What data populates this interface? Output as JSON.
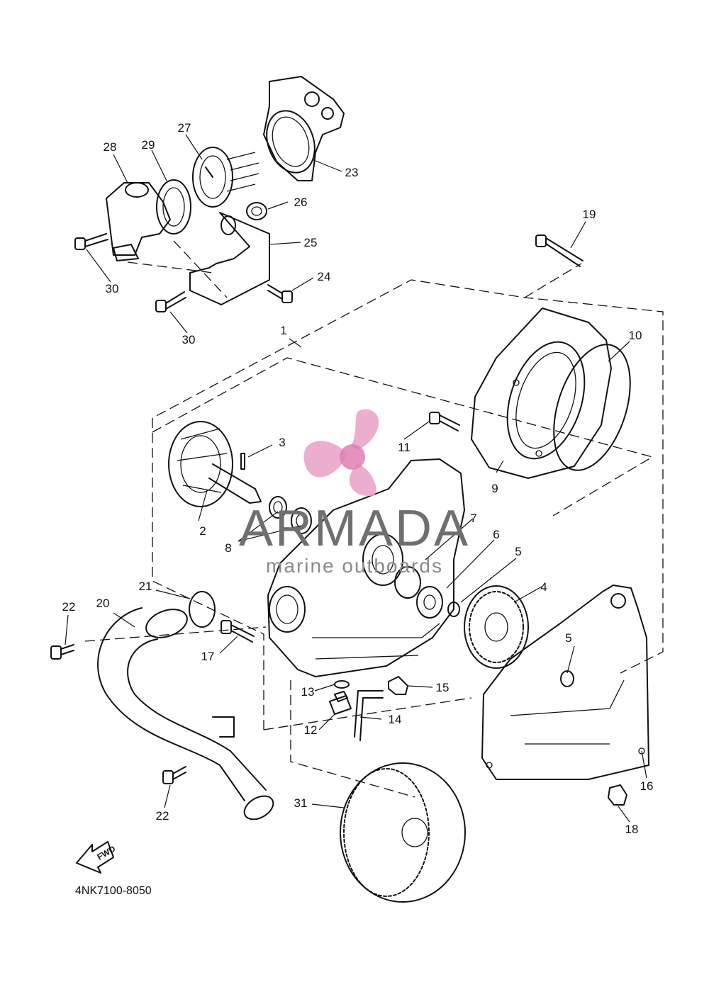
{
  "diagram_code": "4NK7100-8050",
  "fwd_label": "FWD",
  "watermark": {
    "title": "ARMADA",
    "subtitle": "marine outboards",
    "logo_color": "#e8a0c6"
  },
  "callouts": [
    {
      "id": "c1",
      "label": "1"
    },
    {
      "id": "c2",
      "label": "2"
    },
    {
      "id": "c3",
      "label": "3"
    },
    {
      "id": "c4",
      "label": "4"
    },
    {
      "id": "c5a",
      "label": "5"
    },
    {
      "id": "c5b",
      "label": "5"
    },
    {
      "id": "c6",
      "label": "6"
    },
    {
      "id": "c7",
      "label": "7"
    },
    {
      "id": "c8",
      "label": "8"
    },
    {
      "id": "c9",
      "label": "9"
    },
    {
      "id": "c10",
      "label": "10"
    },
    {
      "id": "c11",
      "label": "11"
    },
    {
      "id": "c12",
      "label": "12"
    },
    {
      "id": "c13",
      "label": "13"
    },
    {
      "id": "c14",
      "label": "14"
    },
    {
      "id": "c15",
      "label": "15"
    },
    {
      "id": "c16",
      "label": "16"
    },
    {
      "id": "c17",
      "label": "17"
    },
    {
      "id": "c18",
      "label": "18"
    },
    {
      "id": "c19",
      "label": "19"
    },
    {
      "id": "c20",
      "label": "20"
    },
    {
      "id": "c21",
      "label": "21"
    },
    {
      "id": "c22a",
      "label": "22"
    },
    {
      "id": "c22b",
      "label": "22"
    },
    {
      "id": "c23",
      "label": "23"
    },
    {
      "id": "c24",
      "label": "24"
    },
    {
      "id": "c25",
      "label": "25"
    },
    {
      "id": "c26",
      "label": "26"
    },
    {
      "id": "c27",
      "label": "27"
    },
    {
      "id": "c28",
      "label": "28"
    },
    {
      "id": "c29",
      "label": "29"
    },
    {
      "id": "c30a",
      "label": "30"
    },
    {
      "id": "c30b",
      "label": "30"
    },
    {
      "id": "c31",
      "label": "31"
    }
  ]
}
